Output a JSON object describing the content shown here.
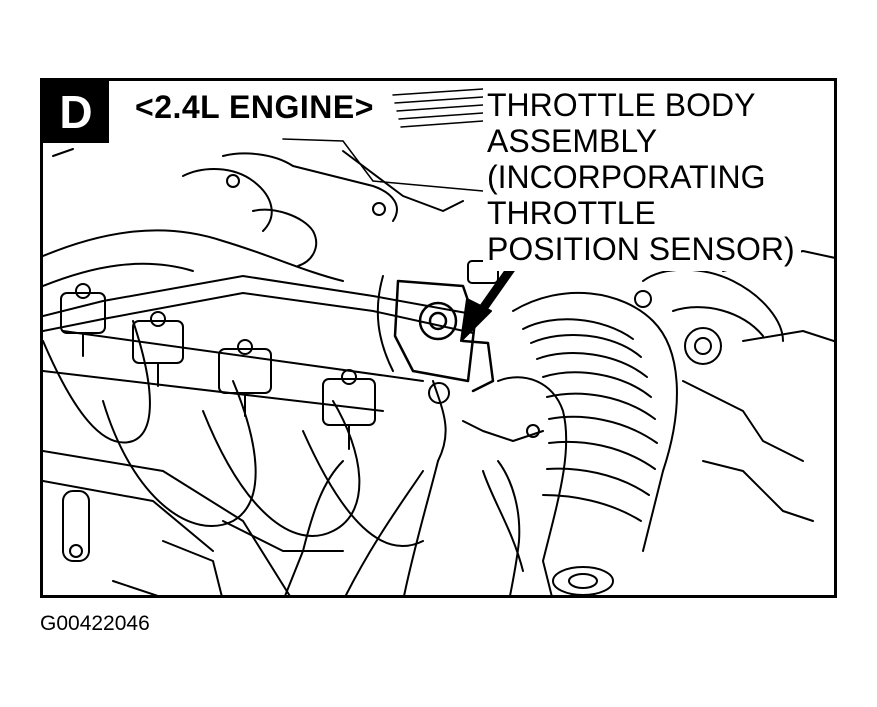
{
  "figure": {
    "badge": "D",
    "engine_label": "<2.4L ENGINE>",
    "callout_lines": [
      "THROTTLE BODY",
      "ASSEMBLY",
      "(INCORPORATING",
      "THROTTLE",
      "POSITION SENSOR)"
    ],
    "figure_id": "G00422046"
  },
  "colors": {
    "ink": "#000000",
    "paper": "#ffffff"
  }
}
